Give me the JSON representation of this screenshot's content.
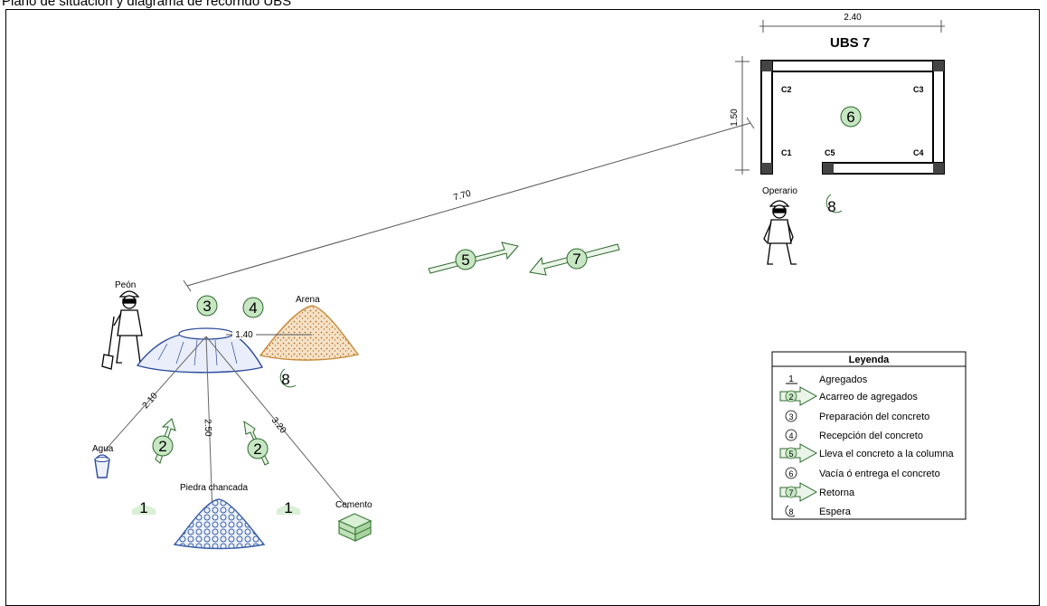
{
  "title": "Plano de situación y diagrama de recorrido UBS",
  "plan": {
    "name": "UBS 7",
    "width_dim": "2.40",
    "height_dim": "1.50",
    "columns": [
      "C1",
      "C2",
      "C3",
      "C4",
      "C5"
    ]
  },
  "distances": {
    "to_ubs": "7.70",
    "to_arena": "1.40",
    "to_agua": "2.10",
    "to_piedra": "2.50",
    "to_cemento": "3.20"
  },
  "labels": {
    "operario": "Operario",
    "peon": "Peón",
    "arena": "Arena",
    "agua": "Agua",
    "piedra": "Piedra chancada",
    "cemento": "Cemento"
  },
  "markers": {
    "m1a": "1",
    "m1b": "1",
    "m2a": "2",
    "m2b": "2",
    "m3": "3",
    "m4": "4",
    "m5": "5",
    "m6": "6",
    "m7": "7",
    "m8a": "8",
    "m8b": "8"
  },
  "legend": {
    "title": "Leyenda",
    "items": [
      {
        "sym": "1",
        "label": "Agregados"
      },
      {
        "sym": "2",
        "label": "Acarreo de agregados"
      },
      {
        "sym": "3",
        "label": "Preparación del concreto"
      },
      {
        "sym": "4",
        "label": "Recepción del concreto"
      },
      {
        "sym": "5",
        "label": "Lleva el concreto a la columna"
      },
      {
        "sym": "6",
        "label": "Vacía ó entrega el concreto"
      },
      {
        "sym": "7",
        "label": "Retorna"
      },
      {
        "sym": "8",
        "label": "Espera"
      }
    ]
  },
  "colors": {
    "marker_fill": "#c7e6c3",
    "marker_stroke": "#2d6a2d",
    "arena": "#c98a3c",
    "mixer": "#2b4a9c",
    "piedra": "#3a5fa8",
    "cemento": "#3f7f3a"
  }
}
